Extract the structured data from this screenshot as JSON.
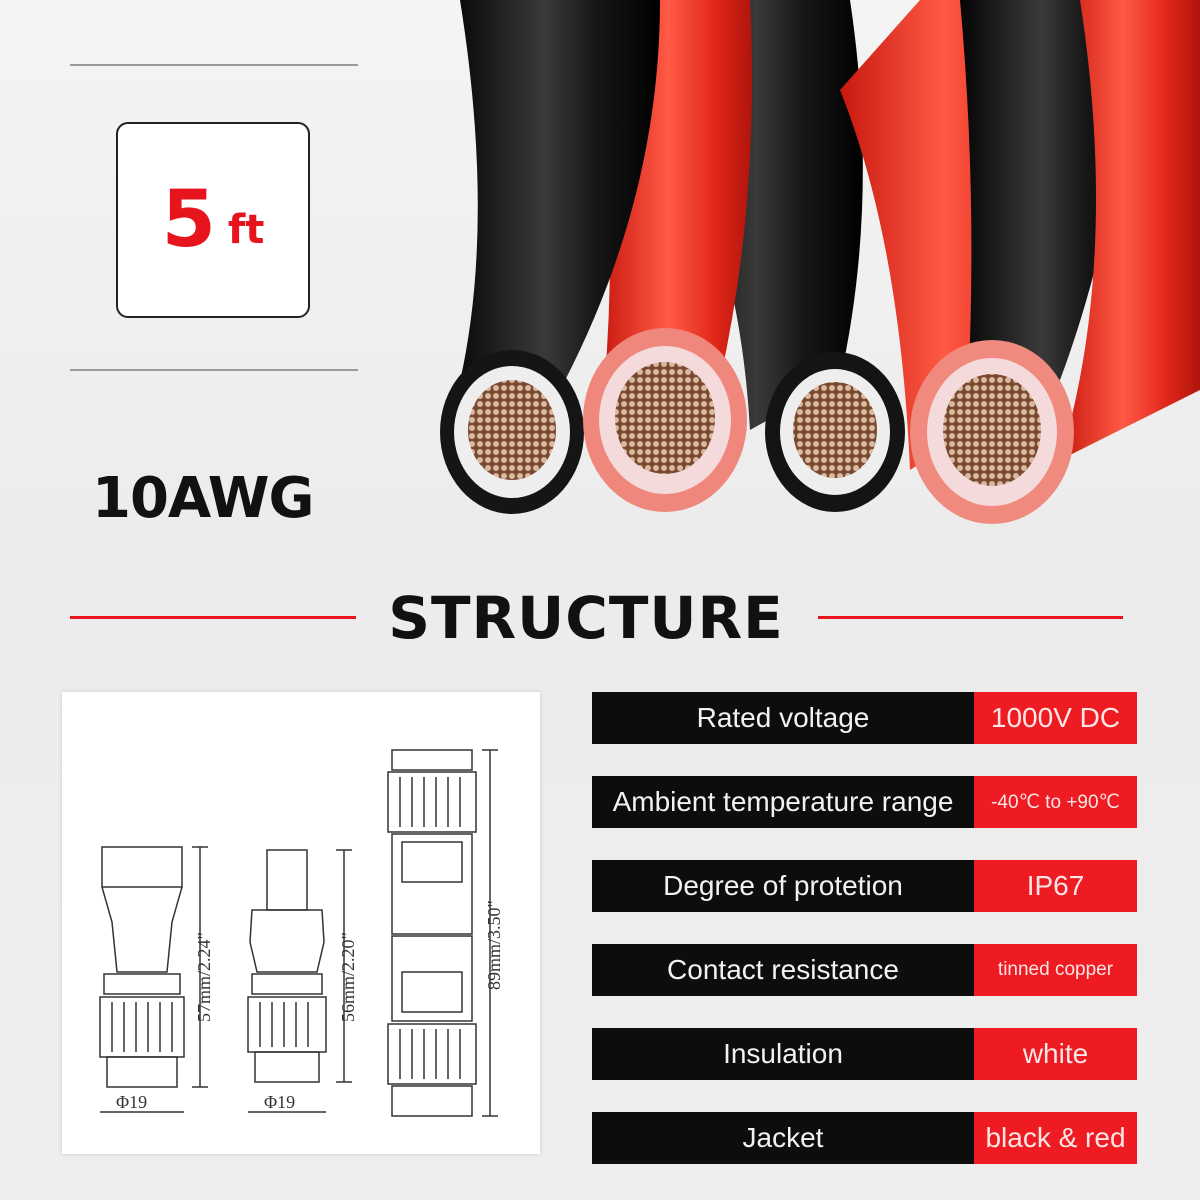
{
  "badge": {
    "length_number": "5",
    "length_unit": "ft"
  },
  "gauge": "10AWG",
  "section_title": "STRUCTURE",
  "diagram": {
    "connectors": [
      {
        "dimension": "57mm/2.24\"",
        "diameter": "Φ19"
      },
      {
        "dimension": "56mm/2.20\"",
        "diameter": "Φ19"
      },
      {
        "dimension": "89mm/3.50\""
      }
    ]
  },
  "specs": [
    {
      "label": "Rated voltage",
      "value": "1000V DC"
    },
    {
      "label": "Ambient temperature range",
      "value": "-40℃ to +90℃"
    },
    {
      "label": "Degree of protetion",
      "value": "IP67"
    },
    {
      "label": "Contact resistance",
      "value": "tinned copper"
    },
    {
      "label": "Insulation",
      "value": "white"
    },
    {
      "label": "Jacket",
      "value": "black & red"
    }
  ],
  "colors": {
    "accent_red": "#ee1b22",
    "label_black": "#0d0d0d",
    "cable_red": "#e8342c",
    "cable_black": "#1a1a1a"
  }
}
